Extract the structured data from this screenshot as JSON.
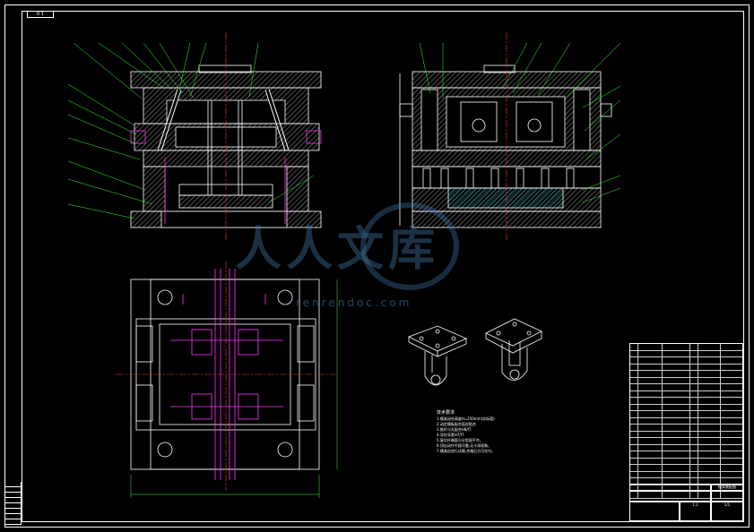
{
  "sheet": {
    "drawing_number_box": "0 1",
    "background": "#000000",
    "line_color": "#ffffff",
    "accent_colors": {
      "hatch": "#ffffff",
      "pins": "#ff33ff",
      "guides": "#33ff33",
      "cooling": "#00e5ff",
      "center": "#ff3333"
    }
  },
  "watermark": {
    "brand_cn": "人人文库",
    "url": "renrendoc.com"
  },
  "tech_notes": {
    "title": "技术要求",
    "lines": [
      "1.模具闭合高度H=250mm(实际值)",
      "2.动定模板配合面应贴合",
      "3.推杆与孔配合H8/f7",
      "4.导柱导套H7/f7",
      "5.复位杆端面与分型面平齐。",
      "6.顶出动作平稳可靠,无卡滞现象。",
      "7.模具应进行试模,合格后方可交付。"
    ]
  },
  "title_block": {
    "drawing_title": "模具装配图",
    "scale": "1:1",
    "sheet_code": "1/1"
  },
  "views": {
    "front_view": "front-section",
    "side_view": "side-section",
    "top_view": "plan-view",
    "iso_part_1": "part-iso-front",
    "iso_part_2": "part-iso-back"
  }
}
